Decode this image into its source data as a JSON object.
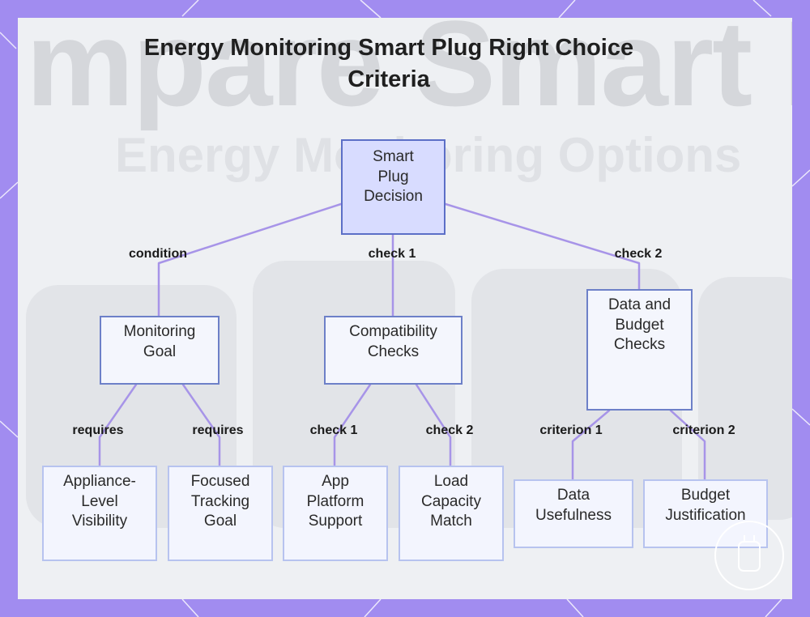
{
  "title": "Energy Monitoring Smart Plug Right Choice Criteria",
  "background_text": {
    "line1": "mpare Smart P",
    "line2": "Energy Monitoring Options"
  },
  "colors": {
    "frame": "#a18cf0",
    "edge": "#a794e8",
    "root_fill": "#d8dcff",
    "node_border": "#6d80c8"
  },
  "nodes": {
    "root": "Smart Plug Decision",
    "goal": "Monitoring Goal",
    "compat": "Compatibility Checks",
    "data_budget": "Data and Budget Checks",
    "appliance": "Appliance-Level Visibility",
    "focused": "Focused Tracking Goal",
    "app_platform": "App Platform Support",
    "load": "Load Capacity Match",
    "usefulness": "Data Usefulness",
    "budget": "Budget Justification"
  },
  "edges": {
    "condition": "condition",
    "check1": "check 1",
    "check2": "check 2",
    "requires_a": "requires",
    "requires_b": "requires",
    "compat_check1": "check 1",
    "compat_check2": "check 2",
    "criterion1": "criterion 1",
    "criterion2": "criterion 2"
  }
}
